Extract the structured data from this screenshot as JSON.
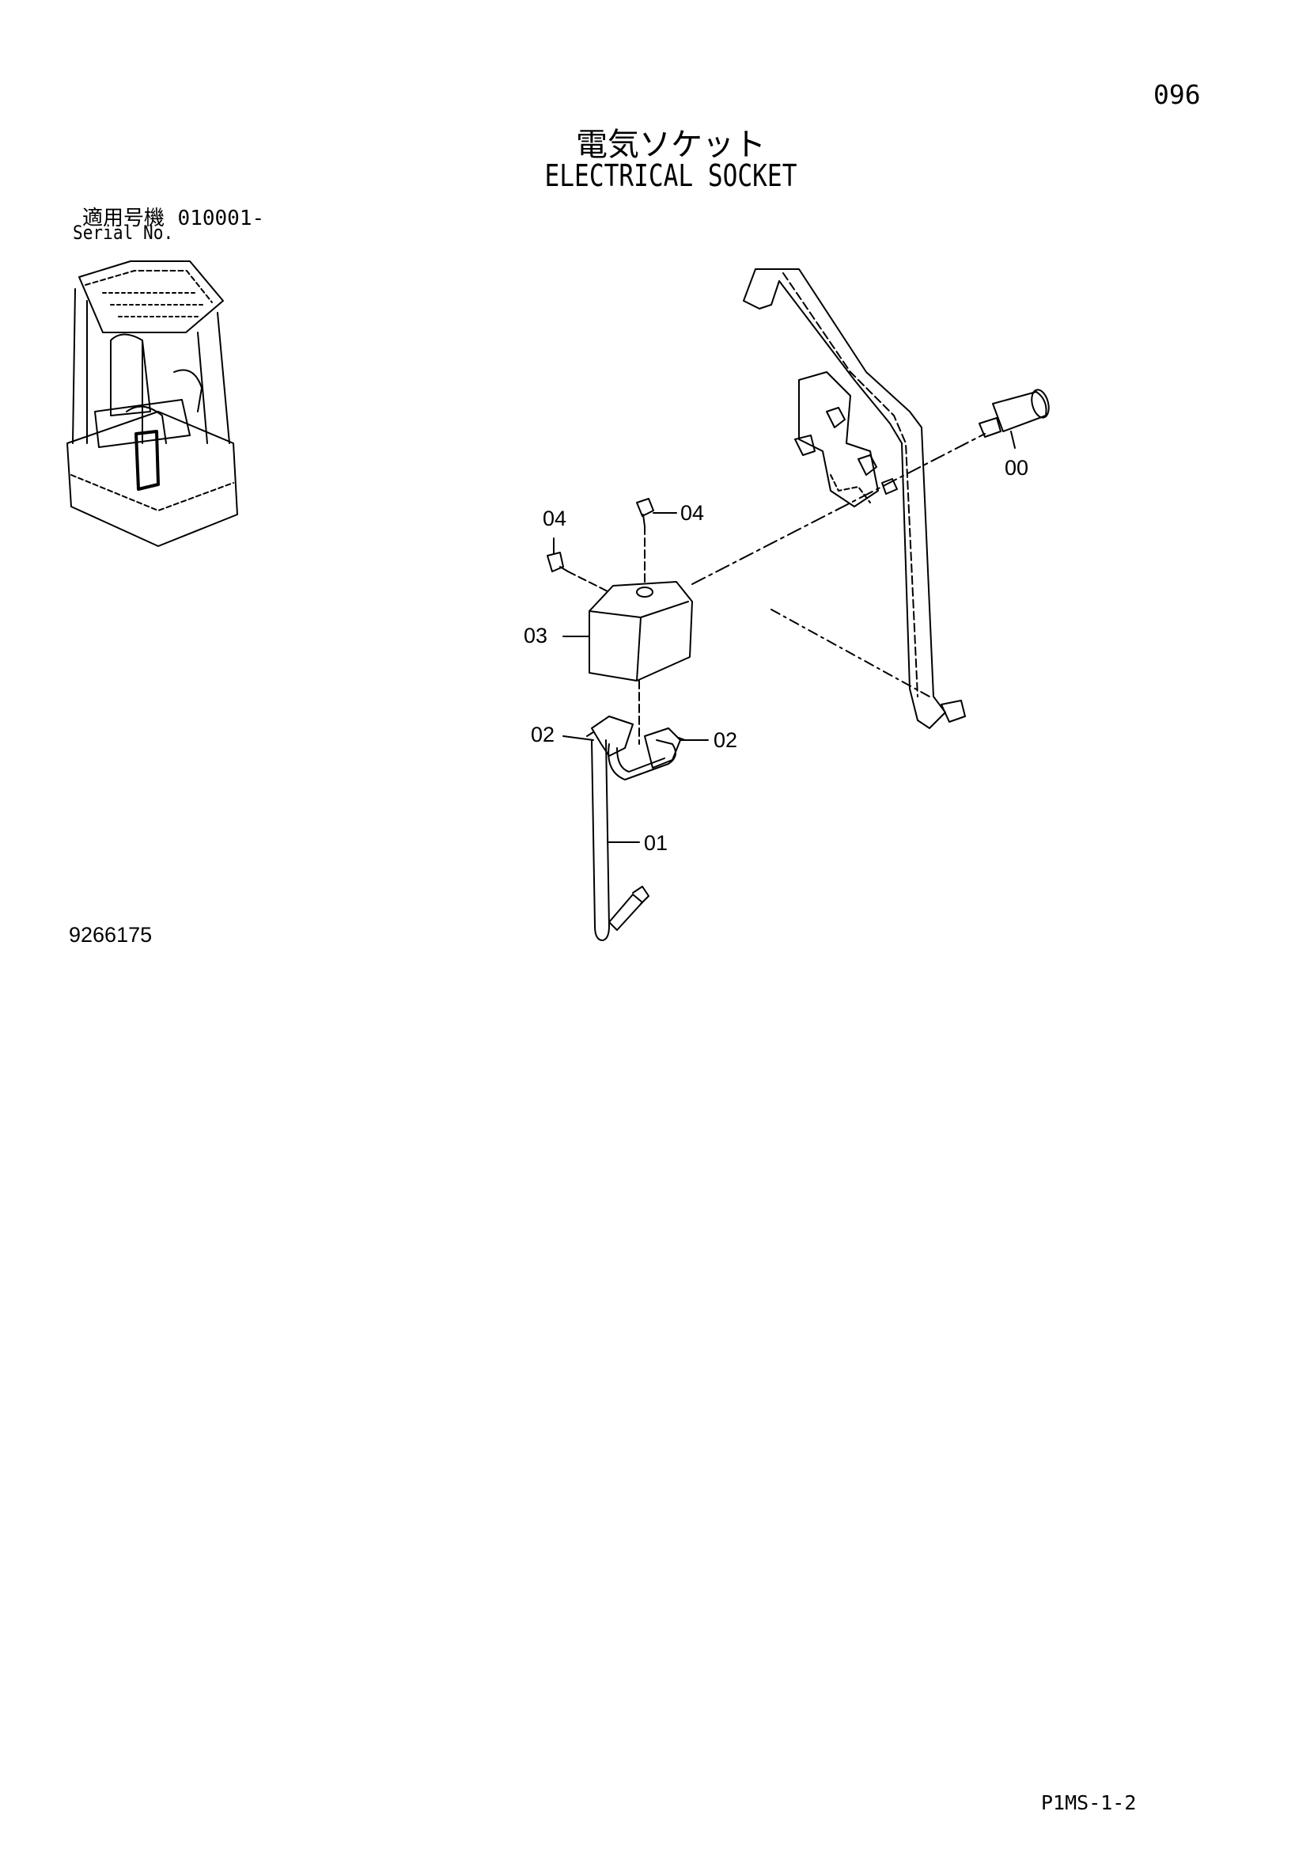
{
  "page_number": "096",
  "title": {
    "japanese": "電気ソケット",
    "english": "ELECTRICAL SOCKET"
  },
  "serial": {
    "japanese_label": "適用号機",
    "range": "010001-",
    "english_label": "Serial No."
  },
  "figure_number": "9266175",
  "footer_code": "P1MS-1-2",
  "callouts": [
    {
      "id": "00",
      "label": "00",
      "part": "socket"
    },
    {
      "id": "01",
      "label": "01",
      "part": "harness"
    },
    {
      "id": "02a",
      "label": "02",
      "part": "clamp"
    },
    {
      "id": "02b",
      "label": "02",
      "part": "clamp"
    },
    {
      "id": "03",
      "label": "03",
      "part": "cover"
    },
    {
      "id": "04a",
      "label": "04",
      "part": "bolt"
    },
    {
      "id": "04b",
      "label": "04",
      "part": "bolt"
    }
  ]
}
